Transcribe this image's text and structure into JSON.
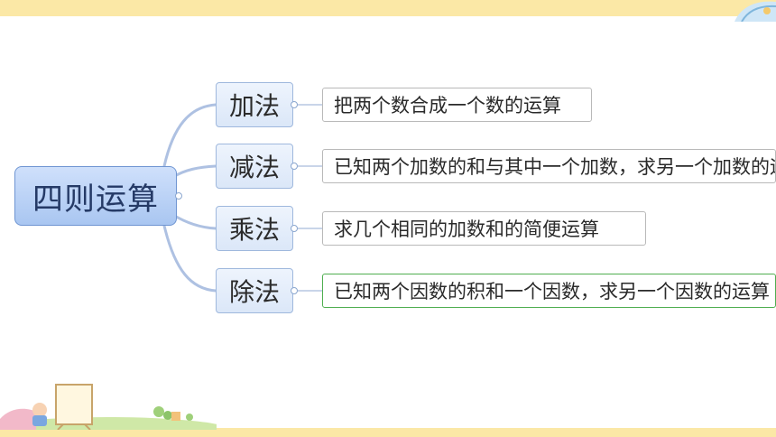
{
  "mindmap": {
    "root": "四则运算",
    "branches": [
      {
        "label": "加法",
        "description": "把两个数合成一个数的运算"
      },
      {
        "label": "减法",
        "description": "已知两个加数的和与其中一个加数，求另一个加数的运算"
      },
      {
        "label": "乘法",
        "description": "求几个相同的加数和的简便运算"
      },
      {
        "label": "除法",
        "description": "已知两个因数的积和一个因数，求另一个因数的运算"
      }
    ]
  },
  "colors": {
    "banner": "#fbe8a6",
    "root_fill": "#a9c6f1",
    "root_border": "#6f95d2",
    "branch_fill": "#dbe7f8",
    "connector": "#aec1e2",
    "highlight_border": "#4fae50"
  }
}
